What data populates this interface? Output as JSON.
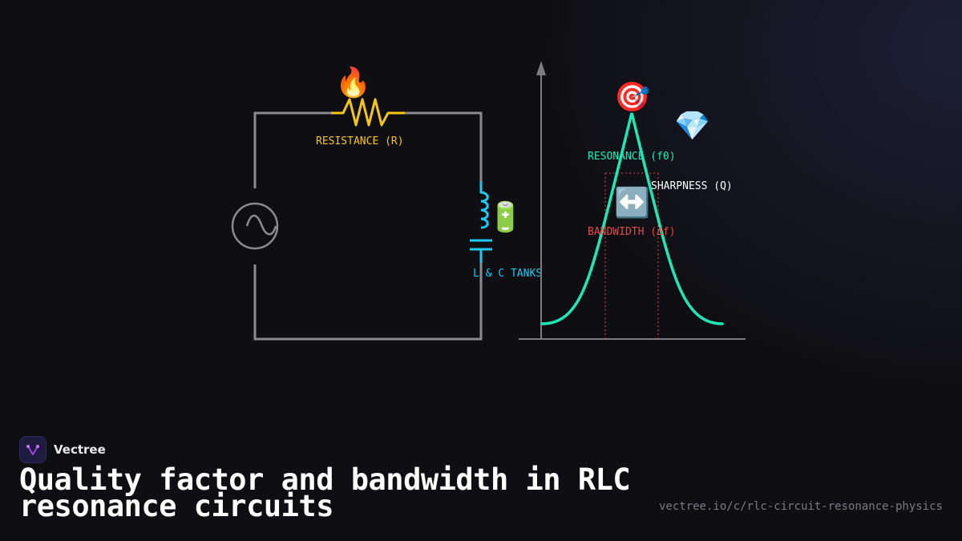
{
  "diagram": {
    "labels": {
      "resistance": "RESISTANCE (R)",
      "tanks": "L & C TANKS",
      "resonance": "RESONANCE (f0)",
      "sharpness": "SHARPNESS (Q)",
      "bandwidth": "BANDWIDTH (Δf)"
    },
    "emojis": {
      "fire": "🔥",
      "battery": "🔋",
      "target": "🎯",
      "gem": "💎",
      "arrows": "↔️"
    },
    "colors": {
      "wire": "#8a8a90",
      "resistor": "#f5c518",
      "inductor_capacitor": "#1ec8f0",
      "curve": "#1de9b6",
      "bandwidth": "#e84a4a",
      "axis": "#7c7c82",
      "sharpness": "#ffffff"
    }
  },
  "footer": {
    "brand": "Vectree",
    "title": "Quality factor and bandwidth in RLC resonance circuits",
    "url": "vectree.io/c/rlc-circuit-resonance-physics"
  }
}
